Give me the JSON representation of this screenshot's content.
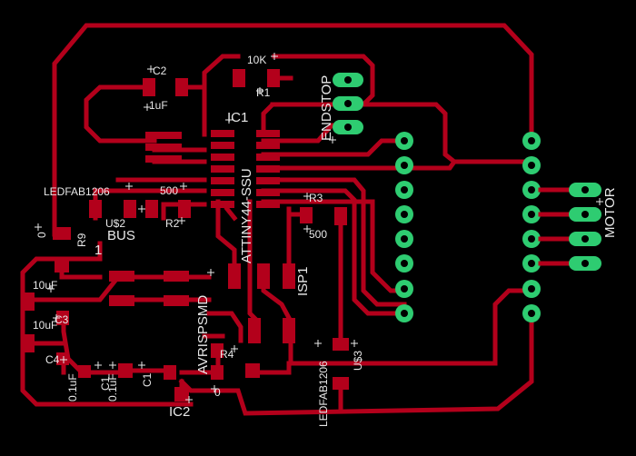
{
  "labels": {
    "c2": "C2",
    "c2_val": "1uF",
    "r1_val": "10K",
    "r1": "R1",
    "ic1": "IC1",
    "endstop": "ENDSTOP",
    "ledfab_top": "LEDFAB1206",
    "r500_top": "500",
    "r2": "R2",
    "us2": "U$2",
    "bus": "BUS",
    "r9": "R9",
    "zero_left": "0",
    "one": "1",
    "attiny": "ATTINY44-SSU",
    "r3": "R3",
    "r500_mid": "500",
    "isp1": "ISP1",
    "avrisp": "AVRISPSMD",
    "c10uf_a": "10uF",
    "c10uf_b": "10uF",
    "c3": "C3",
    "c4": "C4",
    "c01a": "0.1uF",
    "c01b": "0.1uF",
    "c1": "C1",
    "c1p": "C1",
    "r4": "R4",
    "zero_bot": "0",
    "ic2": "IC2",
    "ledfab_bot": "LEDFAB1206",
    "us3": "U$3",
    "motor": "MOTOR"
  }
}
